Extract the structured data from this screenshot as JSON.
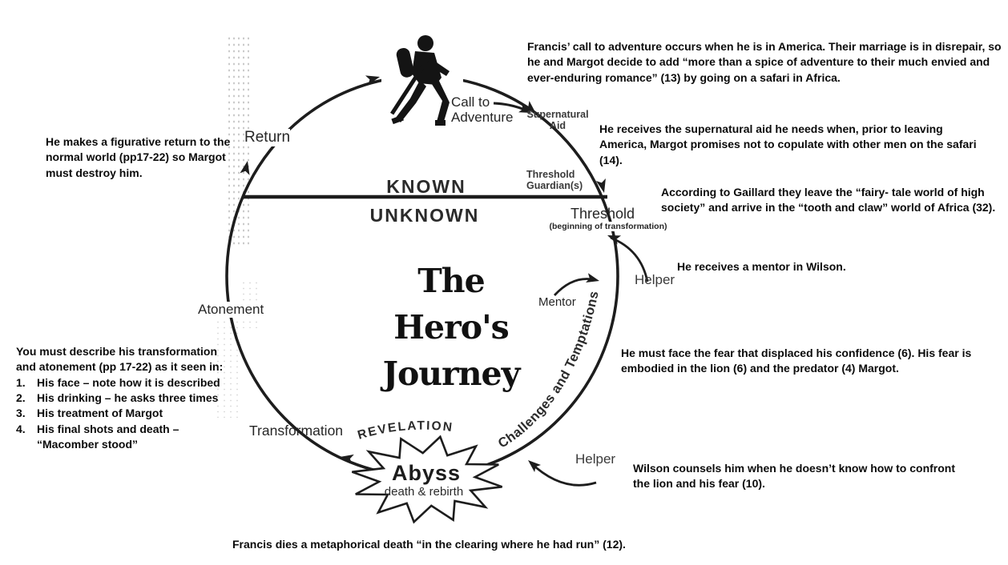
{
  "diagram": {
    "title_lines": [
      "The",
      "Hero's",
      "Journey"
    ],
    "labels": {
      "return": "Return",
      "call_to_adventure_1": "Call to",
      "call_to_adventure_2": "Adventure",
      "supernatural_aid_1": "Supernatural",
      "supernatural_aid_2": "Aid",
      "threshold_guardians_1": "Threshold",
      "threshold_guardians_2": "Guardian(s)",
      "known": "KNOWN",
      "unknown": "UNKNOWN",
      "threshold": "Threshold",
      "threshold_sub": "(beginning of transformation)",
      "helper_upper": "Helper",
      "mentor": "Mentor",
      "challenges": "Challenges and Temptations",
      "atonement": "Atonement",
      "transformation": "Transformation",
      "revelation": "REVELATION",
      "abyss": "Abyss",
      "abyss_sub": "death & rebirth",
      "helper_lower": "Helper"
    },
    "ink_color": "#1d1d1d"
  },
  "annotations": {
    "call_to_adventure": "Francis’ call to adventure occurs when he is in America. Their marriage is in disrepair, so he and Margot decide to add “more than a spice of adventure to their much envied and ever-enduring romance” (13) by going on a safari in Africa.",
    "supernatural_aid": "He receives the supernatural aid he needs when, prior to leaving America, Margot promises not to copulate with other men on the safari (14).",
    "threshold": "According to Gaillard they leave the “fairy- tale world of high society” and arrive in the  “tooth and claw” world of Africa (32).",
    "mentor": "He receives a mentor in Wilson.",
    "challenges": "He must face the fear that displaced his confidence (6). His fear is embodied in the lion (6) and the predator (4) Margot.",
    "helper": "Wilson counsels him when he doesn’t know how to confront the lion and his fear (10).",
    "abyss": "Francis dies a metaphorical death “in the clearing where he had run” (12).",
    "return": "He makes a figurative return to the normal world (pp17-22) so Margot must destroy him.",
    "atonement_intro": "You must describe his transformation and atonement (pp 17-22) as it seen in:",
    "atonement_items": [
      {
        "num": "1.",
        "text": "His face – note how it is described"
      },
      {
        "num": "2.",
        "text": "His drinking – he asks three times"
      },
      {
        "num": "3.",
        "text": "His treatment of Margot"
      },
      {
        "num": "4.",
        "text": "His final shots and death – “Macomber stood”"
      }
    ]
  }
}
